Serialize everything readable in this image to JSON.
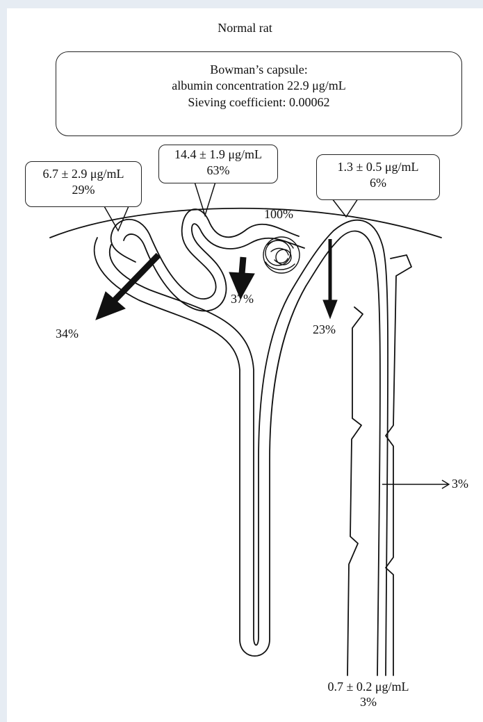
{
  "title": "Normal rat",
  "bowman": {
    "line1": "Bowman’s capsule:",
    "line2": "albumin concentration 22.9 μg/mL",
    "line3": "Sieving coefficient: 0.00062"
  },
  "callouts": {
    "left": {
      "conc": "6.7 ± 2.9 μg/mL",
      "pct": "29%"
    },
    "middle": {
      "conc": "14.4 ± 1.9 μg/mL",
      "pct": "63%"
    },
    "right": {
      "conc": "1.3 ± 0.5 μg/mL",
      "pct": "6%"
    }
  },
  "labels": {
    "glomerulus": "100%",
    "reabs_left": "34%",
    "reabs_middle": "37%",
    "reabs_right": "23%",
    "collecting": "3%",
    "bottom_conc": "0.7 ± 0.2 μg/mL",
    "bottom_pct": "3%"
  },
  "colors": {
    "ink": "#111111",
    "page_bg": "#e6ecf3",
    "panel_bg": "#ffffff"
  }
}
